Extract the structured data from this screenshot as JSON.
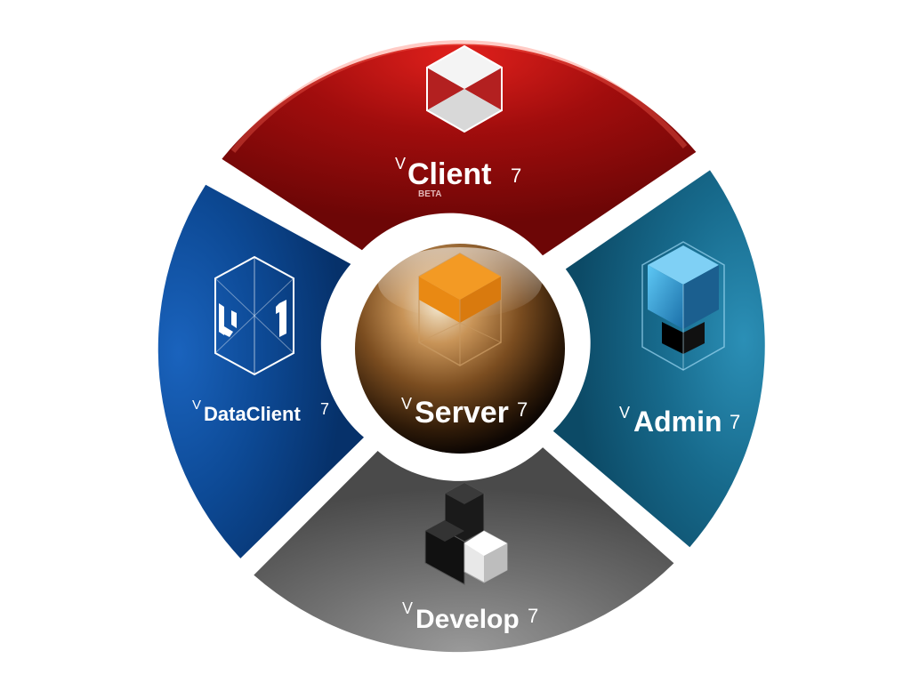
{
  "modules": {
    "client": {
      "prefix": "V",
      "name": "Client",
      "version": "7",
      "badge": "BETA",
      "color": "#8b0c0c"
    },
    "admin": {
      "prefix": "V",
      "name": "Admin",
      "version": "7",
      "color": "#1c6e8e"
    },
    "develop": {
      "prefix": "V",
      "name": "Develop",
      "version": "7",
      "color": "#6b6b6b"
    },
    "dataclient": {
      "prefix": "V",
      "name": "DataClient",
      "version": "7",
      "color": "#0d4a96"
    },
    "server": {
      "prefix": "V",
      "name": "Server",
      "version": "7",
      "color": "#7a4f22"
    }
  },
  "icons": {
    "client": "hourglass-cube-icon",
    "admin": "stacked-blue-cube-icon",
    "develop": "stacked-black-cube-icon",
    "dataclient": "data-cube-icon",
    "server": "orange-cube-icon"
  }
}
